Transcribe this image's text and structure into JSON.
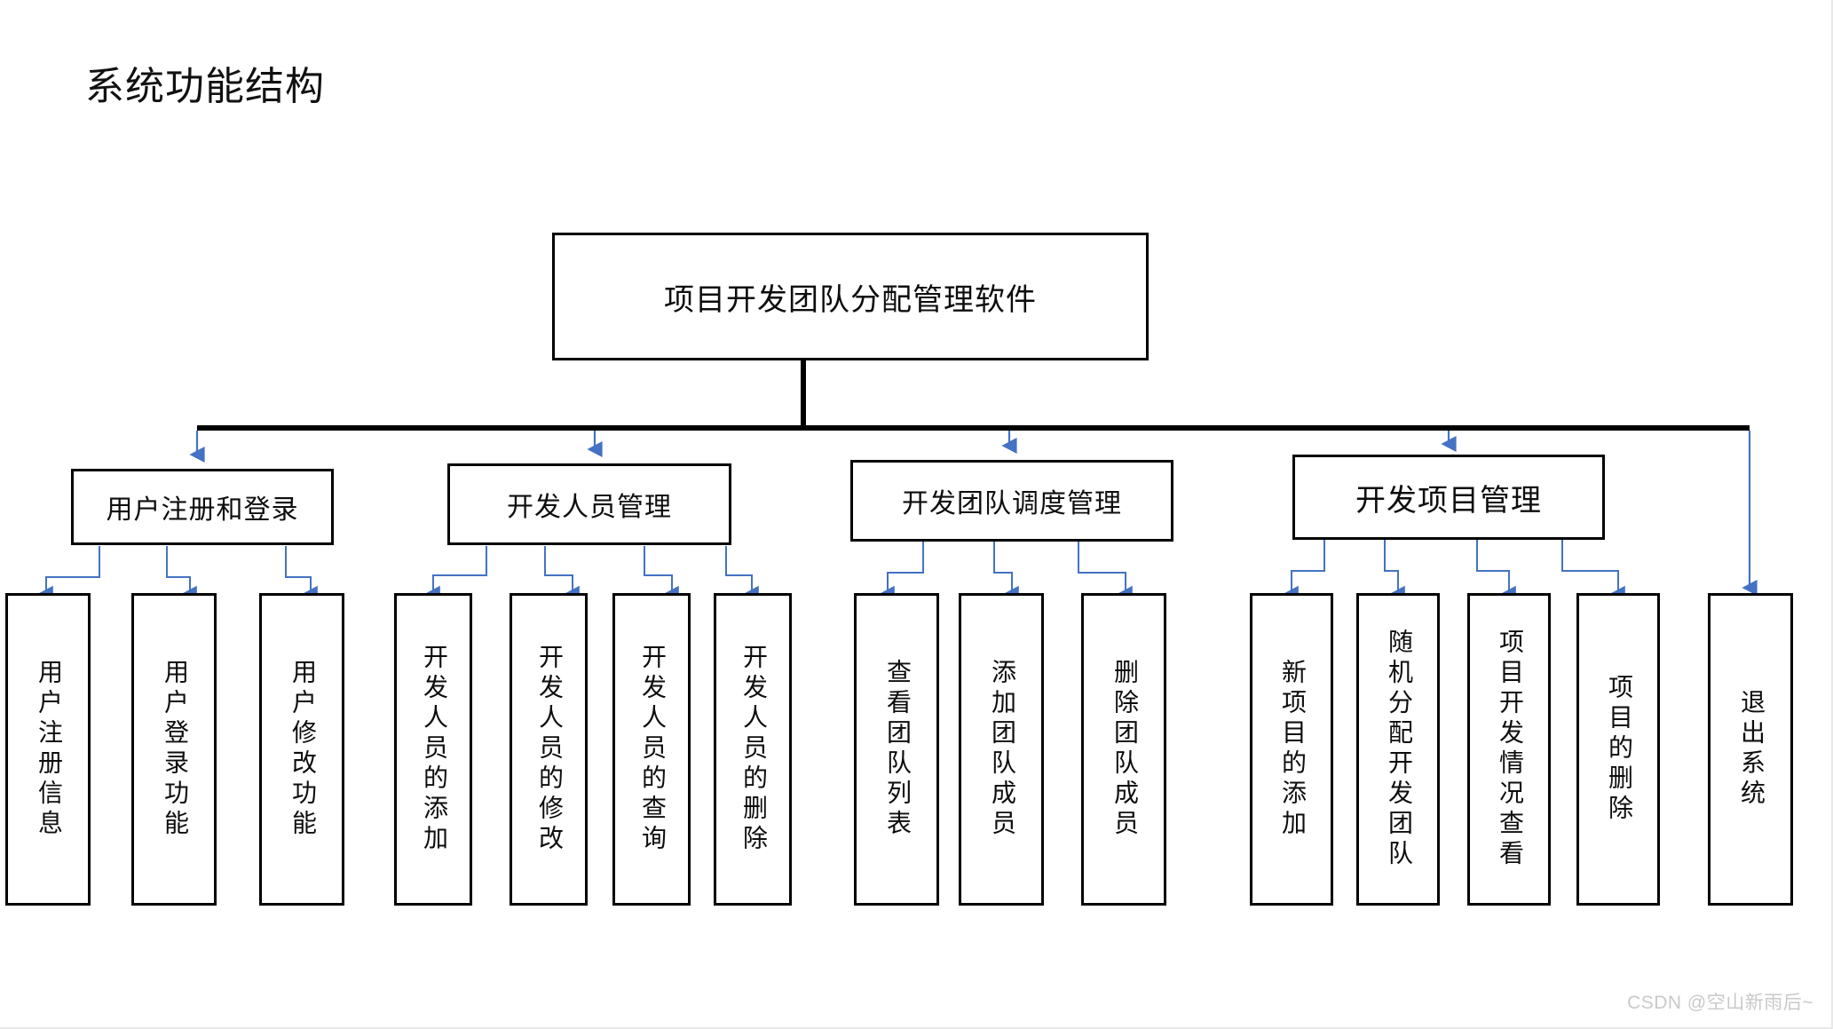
{
  "title": "系统功能结构",
  "watermark": "CSDN @空山新雨后~",
  "colors": {
    "box_border": "#000000",
    "trunk": "#000000",
    "connector": "#4472C4",
    "text": "#0d0d0d",
    "background": "#ffffff",
    "watermark": "#c9c9c9"
  },
  "diagram": {
    "type": "tree",
    "orientation": "top-down",
    "root": {
      "id": "root",
      "label": "项目开发团队分配管理软件"
    },
    "branches": [
      {
        "id": "branch-user",
        "label": "用户注册和登录",
        "children": [
          {
            "id": "leaf-user-register-info",
            "label": "用户注册信息"
          },
          {
            "id": "leaf-user-login",
            "label": "用户登录功能"
          },
          {
            "id": "leaf-user-modify",
            "label": "用户修改功能"
          }
        ]
      },
      {
        "id": "branch-developer",
        "label": "开发人员管理",
        "children": [
          {
            "id": "leaf-dev-add",
            "label": "开发人员的添加"
          },
          {
            "id": "leaf-dev-modify",
            "label": "开发人员的修改"
          },
          {
            "id": "leaf-dev-query",
            "label": "开发人员的查询"
          },
          {
            "id": "leaf-dev-delete",
            "label": "开发人员的删除"
          }
        ]
      },
      {
        "id": "branch-team",
        "label": "开发团队调度管理",
        "children": [
          {
            "id": "leaf-team-list",
            "label": "查看团队列表"
          },
          {
            "id": "leaf-team-add-member",
            "label": "添加团队成员"
          },
          {
            "id": "leaf-team-remove-member",
            "label": "删除团队成员"
          }
        ]
      },
      {
        "id": "branch-project",
        "label": "开发项目管理",
        "children": [
          {
            "id": "leaf-project-add",
            "label": "新项目的添加"
          },
          {
            "id": "leaf-project-random-assign",
            "label": "随机分配开发团队"
          },
          {
            "id": "leaf-project-progress",
            "label": "项目开发情况查看"
          },
          {
            "id": "leaf-project-delete",
            "label": "项目的删除"
          }
        ]
      },
      {
        "id": "branch-exit",
        "label": "退出系统",
        "children": []
      }
    ]
  }
}
